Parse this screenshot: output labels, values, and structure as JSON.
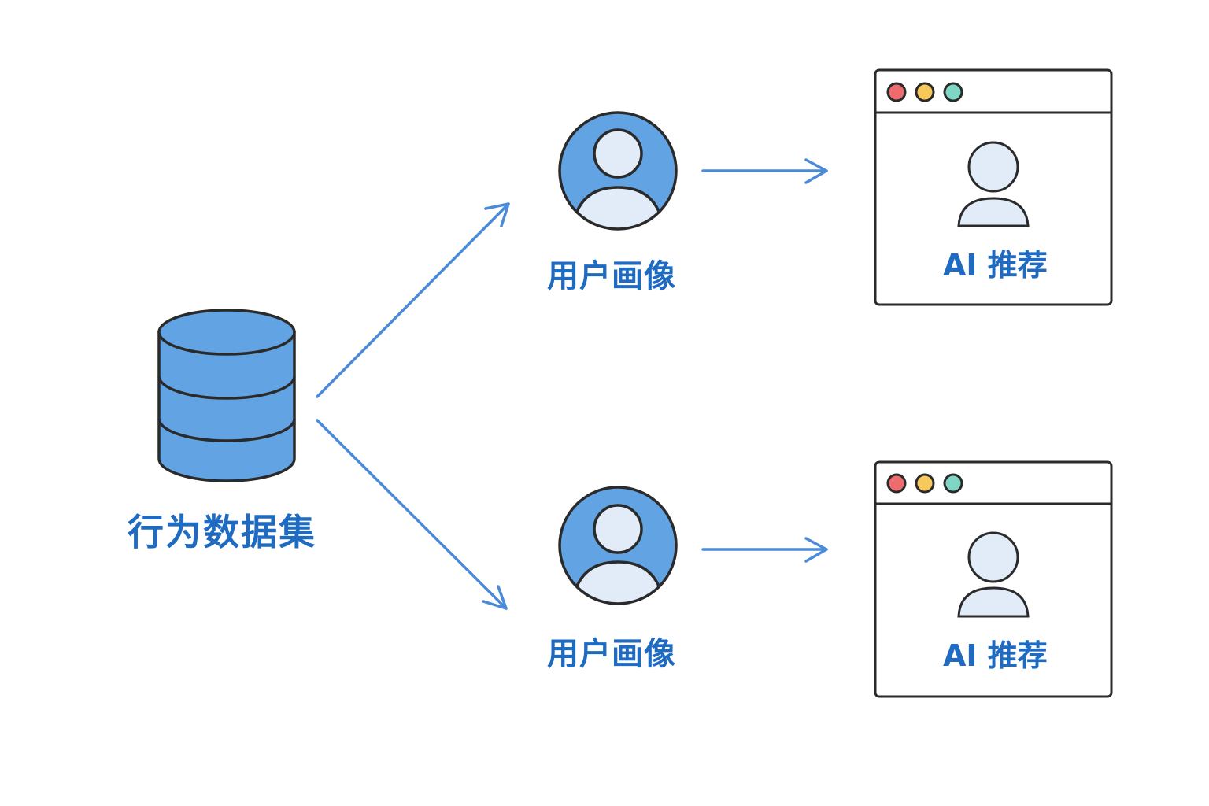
{
  "diagram": {
    "title": "",
    "colors": {
      "primary_blue": "#62a3e3",
      "light_blue": "#e1ecf8",
      "label_blue": "#1f6bc1",
      "arrow_blue": "#4a8ad8",
      "outline": "#2a2a2a",
      "dot_red": "#ee6b6e",
      "dot_yellow": "#f7c95c",
      "dot_teal": "#7fd6c5"
    },
    "nodes": [
      {
        "id": "dataset",
        "type": "database-icon",
        "label": "行为数据集"
      },
      {
        "id": "profile1",
        "type": "user-avatar-icon",
        "label": "用户画像"
      },
      {
        "id": "profile2",
        "type": "user-avatar-icon",
        "label": "用户画像"
      },
      {
        "id": "rec1",
        "type": "browser-window-icon",
        "label": "AI 推荐"
      },
      {
        "id": "rec2",
        "type": "browser-window-icon",
        "label": "AI 推荐"
      }
    ],
    "edges": [
      {
        "from": "dataset",
        "to": "profile1"
      },
      {
        "from": "dataset",
        "to": "profile2"
      },
      {
        "from": "profile1",
        "to": "rec1"
      },
      {
        "from": "profile2",
        "to": "rec2"
      }
    ]
  }
}
